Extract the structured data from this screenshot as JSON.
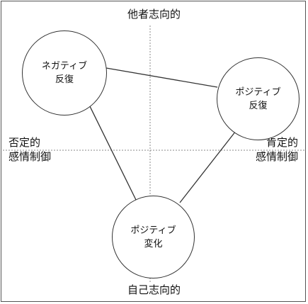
{
  "axes": {
    "top": "他者志向的",
    "bottom": "自己志向的",
    "left": [
      "否定的",
      "感情制御"
    ],
    "right": [
      "肯定的",
      "感情制御"
    ]
  },
  "nodes": {
    "negative_repetition": [
      "ネガティブ",
      "反復"
    ],
    "positive_repetition": [
      "ポジティブ",
      "反復"
    ],
    "positive_change": [
      "ポジティブ",
      "変化"
    ]
  },
  "colors": {
    "line": "#333333",
    "axis": "#888888",
    "background": "#ffffff"
  }
}
